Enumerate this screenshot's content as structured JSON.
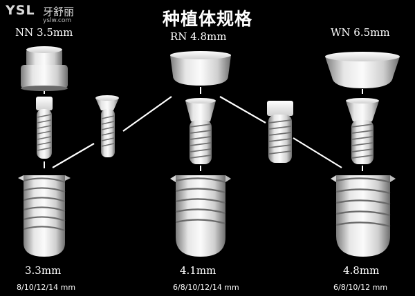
{
  "watermark": {
    "brand": "YSL",
    "site_name": "牙舒丽",
    "url": "yslw.com"
  },
  "title": "种植体规格",
  "columns": [
    {
      "label": "NN 3.5mm",
      "diameter": "3.3mm",
      "lengths": "8/10/12/14 mm"
    },
    {
      "label": "RN 4.8mm",
      "diameter": "4.1mm",
      "lengths": "6/8/10/12/14 mm"
    },
    {
      "label": "WN 6.5mm",
      "diameter": "4.8mm",
      "lengths": "6/8/10/12 mm"
    }
  ],
  "colors": {
    "background": "#000000",
    "text": "#ffffff",
    "part_light": "#f2f2f2",
    "part_shadow": "#8c8c8c",
    "connector": "#ffffff"
  }
}
